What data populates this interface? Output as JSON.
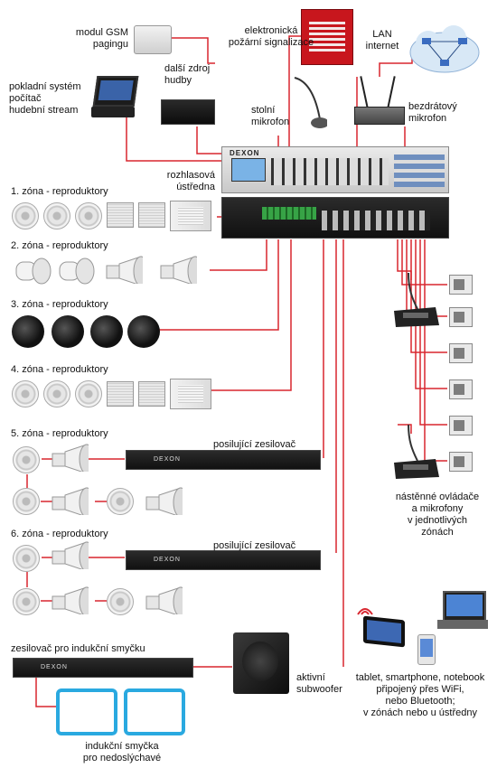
{
  "labels": {
    "gsm": "modul GSM\npagingu",
    "fire": "elektronická\npožární signalizace",
    "lan": "LAN\ninternet",
    "pos": "pokladní systém\npočítač\nhudební stream",
    "music": "další zdroj\nhudby",
    "mic_table": "stolní\nmikrofon",
    "mic_wireless": "bezdrátový\nmikrofon",
    "center": "rozhlasová\nústředna",
    "zone1": "1. zóna - reproduktory",
    "zone2": "2. zóna - reproduktory",
    "zone3": "3. zóna - reproduktory",
    "zone4": "4. zóna - reproduktory",
    "zone5": "5. zóna - reproduktory",
    "zone6": "6. zóna - reproduktory",
    "booster1": "posilující zesilovač",
    "booster2": "posilující zesilovač",
    "wall": "nástěnné ovládače\na mikrofony\nv jednotlivých\nzónách",
    "induction_amp": "zesilovač pro indukční smyčku",
    "induction_loop": "indukční smyčka\npro nedoslýchavé",
    "subwoofer": "aktivní\nsubwoofer",
    "devices": "tablet, smartphone, notebook\npřipojený přes WiFi,\nnebo Bluetooth;\nv zónách nebo u ústředny"
  },
  "brand": "DEXON",
  "colors": {
    "wire": "#d8262f",
    "loop": "#2aa9e0"
  }
}
